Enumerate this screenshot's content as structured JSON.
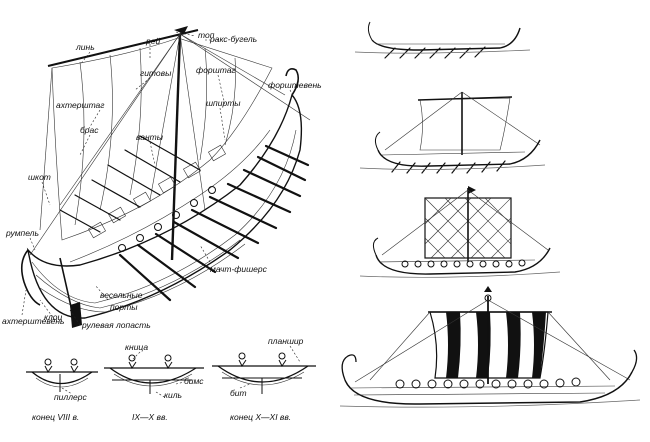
{
  "labels": {
    "top": "топ",
    "reym": "рей",
    "raks": "ракс-бугель",
    "lin": "линь",
    "gitovy": "гитовы",
    "forshtag": "форштаг",
    "forshteven": "форштевень",
    "akhtershtag": "ахтерштаг",
    "shpirty": "шпирты",
    "bras": "брас",
    "vanty": "ванты",
    "shkot": "шкот",
    "rumpel": "румпель",
    "macht": "мачт-фишерс",
    "vesel": "весельные",
    "porty": "порты",
    "klots": "клоц",
    "rulevaya": "рулевая лопасть",
    "akhtershteven": "ахтерштевень",
    "knitsa": "кница",
    "pillers": "пиллерс",
    "bims": "бимс",
    "kil": "киль",
    "bit": "бит",
    "planshir": "планшир"
  },
  "captions": {
    "c1": "конец VIII в.",
    "c2": "IX—X вв.",
    "c3": "конец X—XI вв."
  }
}
